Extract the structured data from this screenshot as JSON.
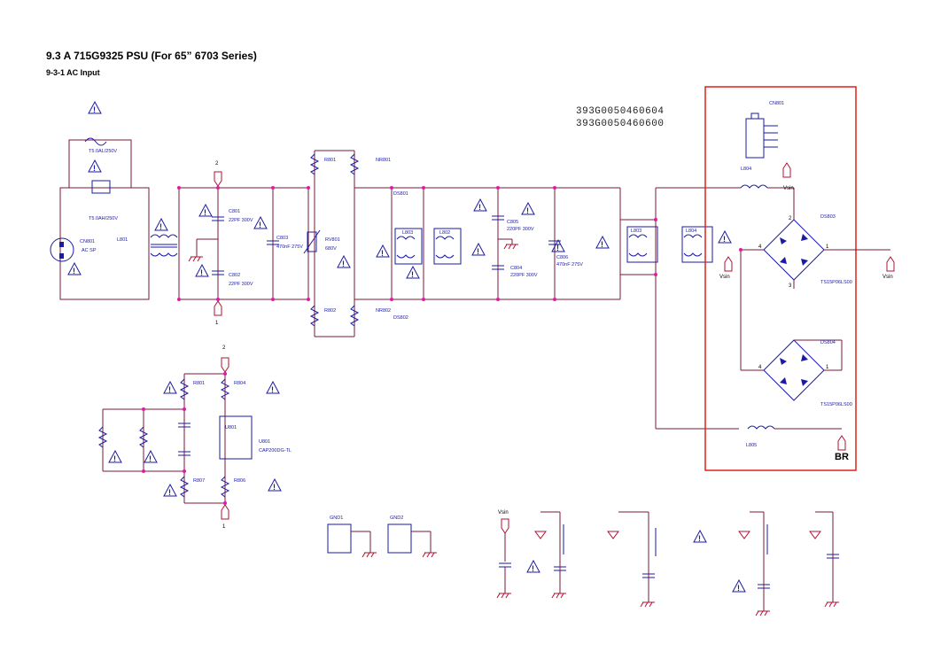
{
  "header": {
    "title": "9.3 A 715G9325 PSU (For 65” 6703 Series)",
    "subtitle": "9-3-1 AC Input"
  },
  "part_numbers": [
    "393G0050460604",
    "393G0050460600"
  ],
  "block_label": "BR",
  "nets": {
    "vsin": "Vsin",
    "vsin_top": "Vsin"
  },
  "pin_labels": [
    "1",
    "2",
    "3",
    "4"
  ],
  "colors": {
    "wire": "#7a1a3a",
    "component": "#1a1aa6",
    "highlight_box": "#e0201a",
    "node": "#e01aa6"
  },
  "icons": [
    "warning-icon",
    "ground-icon",
    "connector-icon",
    "transformer-icon",
    "bridge-rectifier-icon"
  ]
}
